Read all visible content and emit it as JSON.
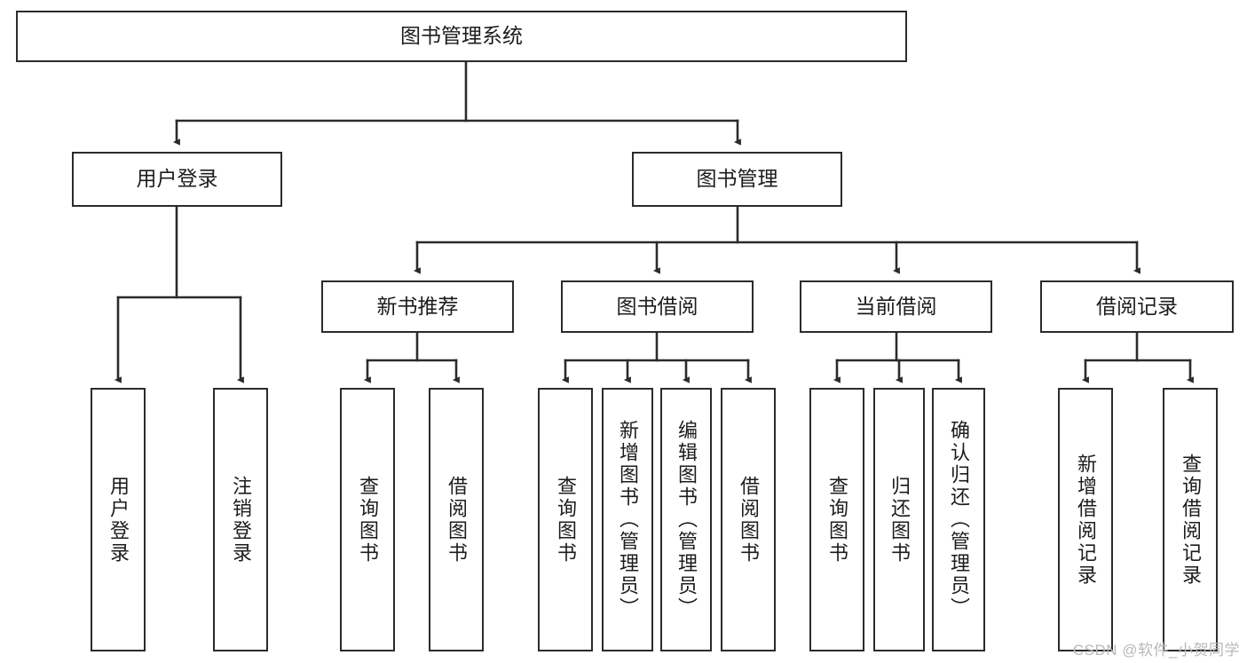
{
  "diagram": {
    "title": "图书管理系统",
    "type": "hierarchy-tree",
    "nodes": {
      "root": {
        "label": "图书管理系统"
      },
      "level1": [
        {
          "id": "user-login",
          "label": "用户登录"
        },
        {
          "id": "book-management",
          "label": "图书管理"
        }
      ],
      "level2": [
        {
          "id": "new-book-recommend",
          "label": "新书推荐"
        },
        {
          "id": "book-borrow",
          "label": "图书借阅"
        },
        {
          "id": "current-borrow",
          "label": "当前借阅"
        },
        {
          "id": "borrow-record",
          "label": "借阅记录"
        }
      ],
      "leaves": {
        "user_login": [
          {
            "id": "leaf-user-login",
            "label": "用户登录"
          },
          {
            "id": "leaf-logout-login",
            "label": "注销登录"
          }
        ],
        "new_book_recommend": [
          {
            "id": "leaf-query-book-1",
            "label": "查询图书"
          },
          {
            "id": "leaf-borrow-book-1",
            "label": "借阅图书"
          }
        ],
        "book_borrow": [
          {
            "id": "leaf-query-book-2",
            "label": "查询图书"
          },
          {
            "id": "leaf-add-book",
            "label": "新增图书（管理员）"
          },
          {
            "id": "leaf-edit-book",
            "label": "编辑图书（管理员）"
          },
          {
            "id": "leaf-borrow-book-2",
            "label": "借阅图书"
          }
        ],
        "current_borrow": [
          {
            "id": "leaf-query-book-3",
            "label": "查询图书"
          },
          {
            "id": "leaf-return-book",
            "label": "归还图书"
          },
          {
            "id": "leaf-confirm-return",
            "label": "确认归还（管理员）"
          }
        ],
        "borrow_record": [
          {
            "id": "leaf-add-record",
            "label": "新增借阅记录"
          },
          {
            "id": "leaf-query-record",
            "label": "查询借阅记录"
          }
        ]
      }
    },
    "colors": {
      "stroke": "#2b2b2b",
      "fill": "#ffffff",
      "text": "#1c1c1c",
      "watermark": "#b8b8b8"
    }
  },
  "watermark": {
    "text": "CSDN @软件_小贺同学"
  }
}
